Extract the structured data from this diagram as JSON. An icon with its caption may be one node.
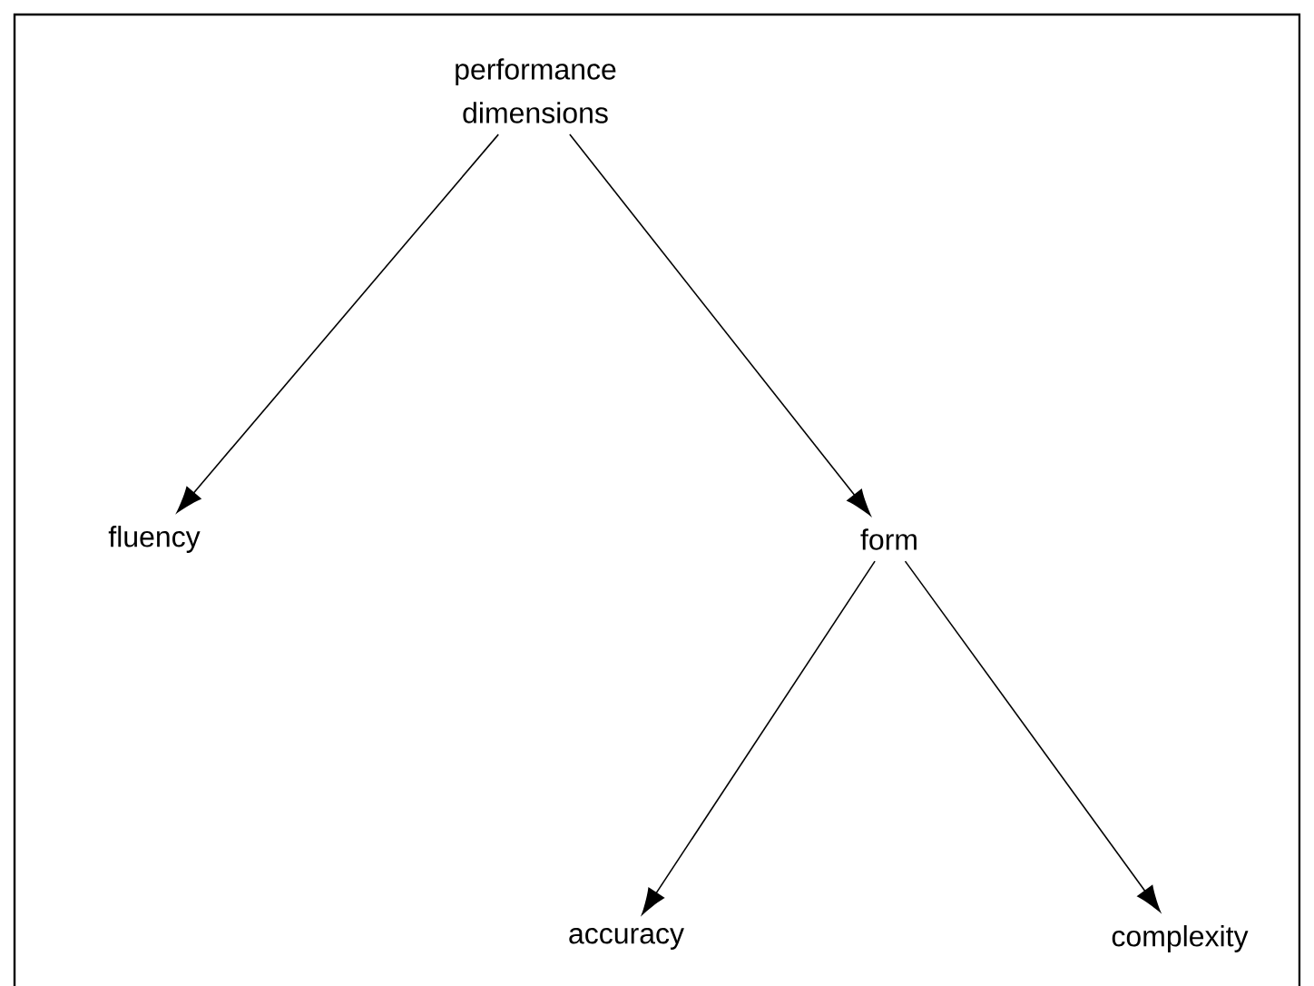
{
  "diagram": {
    "nodes": [
      {
        "text": [
          "performance dimensions"
        ]
      },
      {
        "text": [
          "fluency"
        ]
      },
      {
        "text": [
          "form"
        ]
      },
      {
        "text": [
          "accuracy"
        ]
      },
      {
        "text": [
          "complexity"
        ]
      }
    ],
    "edges": [
      {
        "from": 0,
        "to": 1,
        "arrow": "to"
      },
      {
        "from": 0,
        "to": 2,
        "arrow": "to"
      },
      {
        "from": 2,
        "to": 3,
        "arrow": "to"
      },
      {
        "from": 2,
        "to": 4,
        "arrow": "to"
      }
    ]
  }
}
